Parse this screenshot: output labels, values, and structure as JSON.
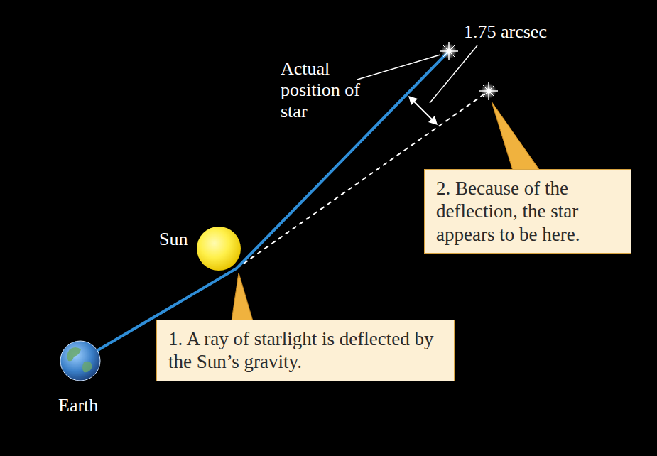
{
  "diagram": {
    "nodes": [
      {
        "text": [
          "1. A ray of starlight is deflected by the Sun’s gravity."
        ]
      },
      {
        "text": [
          "2. Because of the deflection, the star appears to be here."
        ]
      }
    ],
    "labels": [
      "Actual position of star",
      "1.75 arcsec",
      "Sun",
      "Earth"
    ]
  }
}
